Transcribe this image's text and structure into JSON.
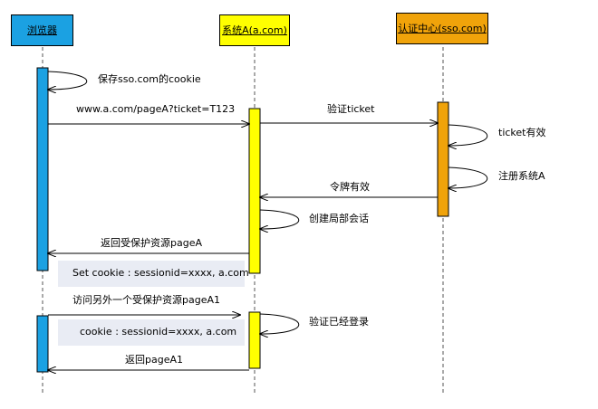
{
  "actors": {
    "browser": {
      "label": "浏览器",
      "color": "#1ba1e2"
    },
    "system_a": {
      "label": "系统A(a.com)",
      "color": "#ffff00"
    },
    "sso": {
      "label": "认证中心(sso.com)",
      "color": "#f0a30a"
    }
  },
  "messages": {
    "save_cookie": "保存sso.com的cookie",
    "request_page": "www.a.com/pageA?ticket=T123",
    "verify_ticket": "验证ticket",
    "ticket_valid": "ticket有效",
    "register_system": "注册系统A",
    "token_valid": "令牌有效",
    "create_session": "创建局部会话",
    "return_resource": "返回受保护资源pageA",
    "visit_other": "访问另外一个受保护资源pageA1",
    "verify_logged_in": "验证已经登录",
    "return_page": "返回pageA1"
  },
  "notes": {
    "set_cookie": "Set cookie : sessionid=xxxx, a.com",
    "cookie": "cookie : sessionid=xxxx, a.com"
  }
}
